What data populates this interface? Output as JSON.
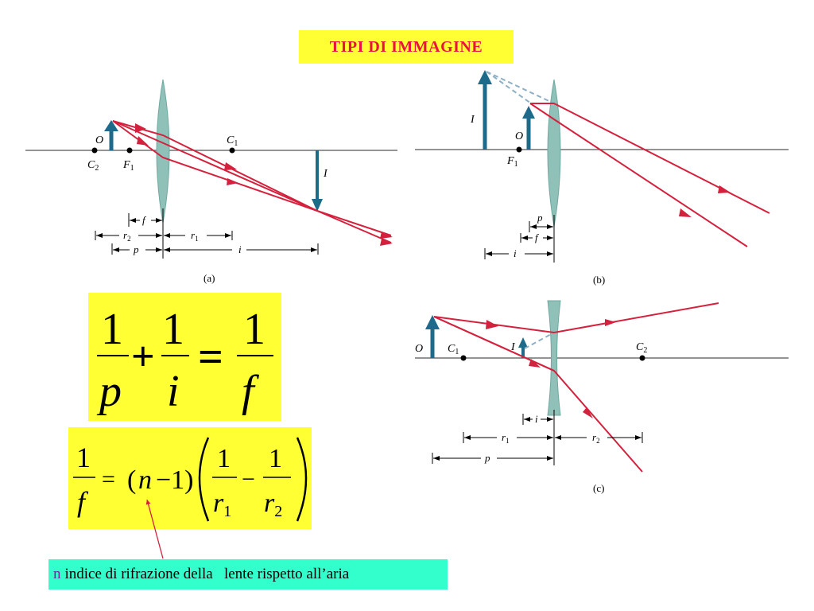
{
  "title": "TIPI DI IMMAGINE",
  "colors": {
    "title_bg": "#ffff33",
    "title_text": "#e8123c",
    "formula_bg": "#ffff33",
    "note_bg": "#33ffcc",
    "ray": "#d4213d",
    "arrow": "#1e6a8a",
    "lens": "#8fc1b9",
    "virtual_ray": "#8fb0c4",
    "n_highlight": "#7a1fa2"
  },
  "diagram_a": {
    "caption": "(a)",
    "labels": {
      "object": "O",
      "image": "I",
      "C2": "C",
      "C2_sub": "2",
      "F1": "F",
      "F1_sub": "1",
      "C1": "C",
      "C1_sub": "1"
    },
    "dims": {
      "f": "f",
      "r2": "r",
      "r2_sub": "2",
      "r1": "r",
      "r1_sub": "1",
      "p": "p",
      "i": "i"
    }
  },
  "diagram_b": {
    "caption": "(b)",
    "labels": {
      "image": "I",
      "object": "O",
      "F1": "F",
      "F1_sub": "1"
    },
    "dims": {
      "p": "p",
      "f": "f",
      "i": "i"
    }
  },
  "diagram_c": {
    "caption": "(c)",
    "labels": {
      "object": "O",
      "C1": "C",
      "C1_sub": "1",
      "image": "I",
      "C2": "C",
      "C2_sub": "2"
    },
    "dims": {
      "i": "i",
      "r1": "r",
      "r1_sub": "1",
      "r2": "r",
      "r2_sub": "2",
      "p": "p"
    }
  },
  "formula1": {
    "num1": "1",
    "den1": "p",
    "plus": "+",
    "num2": "1",
    "den2": "i",
    "equals": "=",
    "num3": "1",
    "den3": "f"
  },
  "formula2": {
    "num": "1",
    "den": "f",
    "eq": "=",
    "open": "(",
    "n": "n",
    "minus_one": "−1)",
    "inner_num1": "1",
    "inner_den1": "r",
    "inner_sub1": "1",
    "inner_minus": "−",
    "inner_num2": "1",
    "inner_den2": "r",
    "inner_sub2": "2"
  },
  "note": {
    "n": "n",
    "text": "indice di rifrazione della   lente rispetto all’aria"
  }
}
